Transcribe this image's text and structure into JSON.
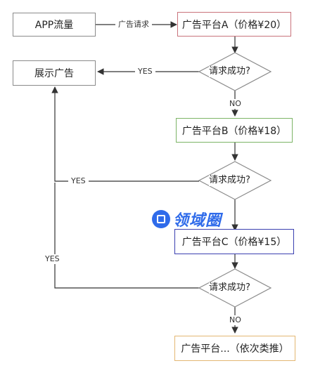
{
  "nodes": {
    "app_traffic": "APP流量",
    "platform_a": "广告平台A（价格¥20）",
    "platform_b": "广告平台B（价格¥18）",
    "platform_c": "广告平台C（价格¥15）",
    "platform_more": "广告平台...（依次类推）",
    "show_ad": "展示广告"
  },
  "decisions": {
    "d1": "请求成功?",
    "d2": "请求成功?",
    "d3": "请求成功?"
  },
  "edge_labels": {
    "ad_request": "广告请求",
    "yes1": "YES",
    "yes2": "YES",
    "yes3": "YES",
    "no1": "NO",
    "no2": "NO"
  },
  "watermark": "领域圈",
  "colors": {
    "platform_a_border": "#c9737b",
    "platform_b_border": "#7cb466",
    "platform_c_border": "#3a3fb0",
    "platform_more_border": "#e3b772",
    "neutral_border": "#8a8a8a",
    "line": "#333333",
    "watermark": "#2f6bea"
  }
}
